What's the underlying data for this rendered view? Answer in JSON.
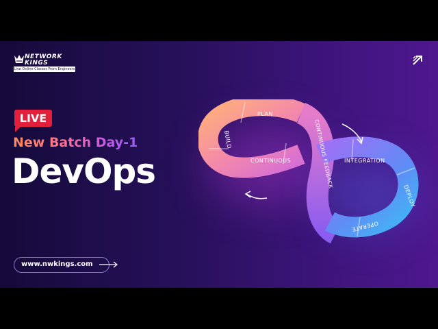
{
  "brand": {
    "name": "NETWORK\nKINGS",
    "tagline": "Live Online Classes From Engineers"
  },
  "badge": {
    "label": "LIVE",
    "color": "#e2203b"
  },
  "headline": {
    "subtitle": "New Batch Day-1",
    "title": "DevOps"
  },
  "website": "www.nwkings.com",
  "loop": {
    "labels": {
      "plan": "PLAN",
      "build": "BUILD",
      "continuous": "CONTINUOUS",
      "feedback": "CONTINUOUS FEEDBACK",
      "integration": "INTEGRATION",
      "deploy": "DEPLOY",
      "operate": "OPERATE"
    }
  },
  "colors": {
    "background_start": "#150a3a",
    "background_end": "#4e178f",
    "accent_orange": "#ff8a5a",
    "accent_purple": "#9a5ef0",
    "accent_cyan": "#3fa9f5"
  }
}
